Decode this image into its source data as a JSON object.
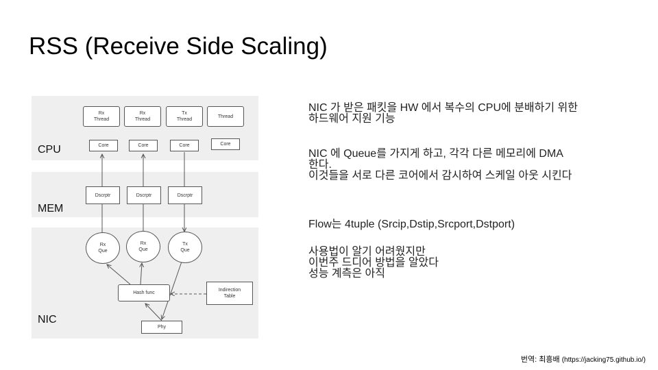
{
  "title": "RSS (Receive Side Scaling)",
  "diagram": {
    "panels": {
      "cpu": "CPU",
      "mem": "MEM",
      "nic": "NIC"
    },
    "threads": [
      "Rx\nThread",
      "Rx\nThread",
      "Tx\nThread",
      "Thread"
    ],
    "cores": [
      "Core",
      "Core",
      "Core",
      "Core"
    ],
    "descriptors": [
      "Dscrptr",
      "Dscrptr",
      "Dscrptr"
    ],
    "queues": [
      "Rx\nQue",
      "Rx\nQue",
      "Tx\nQue"
    ],
    "hash_func": "Hash func",
    "indirection_table": "Indirection\nTable",
    "phy": "Phy",
    "colors": {
      "panel_bg": "#efefef",
      "line": "#555555"
    }
  },
  "text": {
    "p1": "NIC 가 받은 패킷을 HW 에서 복수의 CPU에 분배하기 위한\n하드웨어 지원 기능",
    "p2": "NIC 에 Queue를 가지게 하고, 각각 다른 메모리에 DMA\n한다.\n이것들을 서로 다른 코어에서 감시하여 스케일 아웃 시킨다",
    "p3": "Flow는 4tuple (Srcip,Dstip,Srcport,Dstport)",
    "p4": "사용법이 알기 어려웠지만\n이번주 드디어 방법을 알았다\n성능 계측은 아직"
  },
  "credit": {
    "label": "번역: 최흥배",
    "url": "(https://jacking75.github.io/)"
  }
}
